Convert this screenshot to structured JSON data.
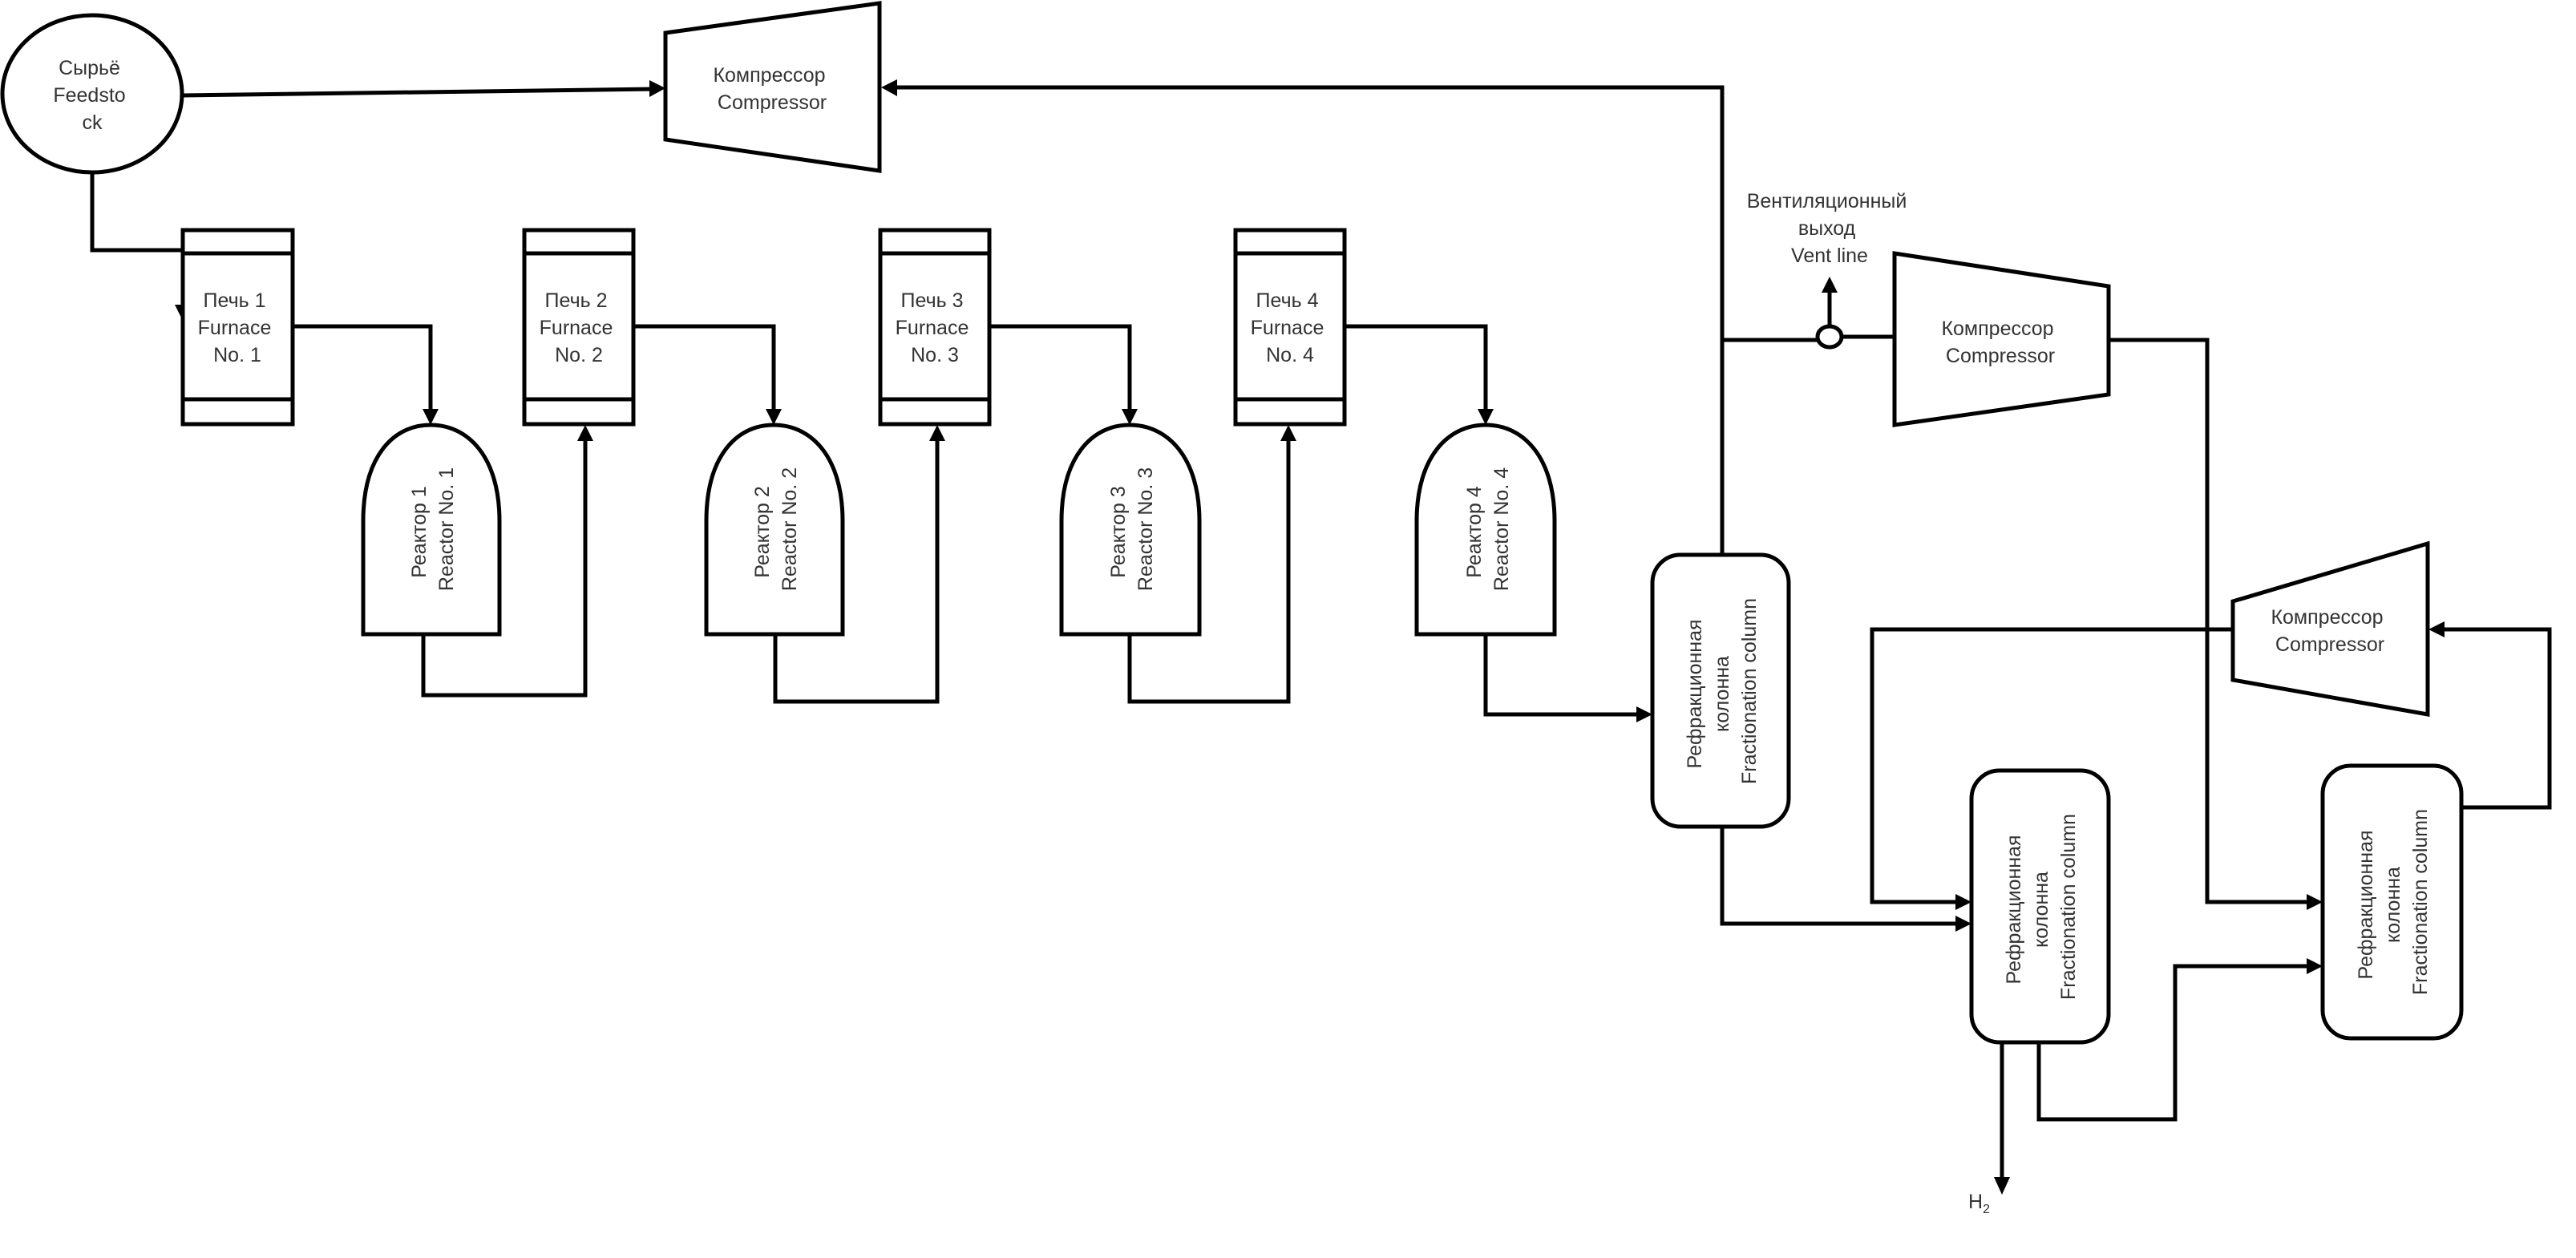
{
  "diagram": {
    "feedstock": {
      "lines": [
        "Сырьё",
        "Feedsto",
        "ck"
      ]
    },
    "compressors": [
      {
        "id": "main",
        "lines": [
          "Компрессор",
          "Compressor"
        ]
      },
      {
        "id": "vent",
        "lines": [
          "Компрессор",
          "Compressor"
        ]
      },
      {
        "id": "recycle",
        "lines": [
          "Компрессор",
          "Compressor"
        ]
      }
    ],
    "furnaces": [
      {
        "lines": [
          "Печь 1",
          "Furnace",
          "No. 1"
        ]
      },
      {
        "lines": [
          "Печь 2",
          "Furnace",
          "No. 2"
        ]
      },
      {
        "lines": [
          "Печь 3",
          "Furnace",
          "No. 3"
        ]
      },
      {
        "lines": [
          "Печь 4",
          "Furnace",
          "No. 4"
        ]
      }
    ],
    "reactors": [
      {
        "lines": [
          "Реактор 1",
          "Reactor No. 1"
        ]
      },
      {
        "lines": [
          "Реактор 2",
          "Reactor No. 2"
        ]
      },
      {
        "lines": [
          "Реактор 3",
          "Reactor No. 3"
        ]
      },
      {
        "lines": [
          "Реактор 4",
          "Reactor No. 4"
        ]
      }
    ],
    "fractionation_columns": [
      {
        "lines": [
          "Рефракционная",
          "колонна",
          "Fractionation column"
        ]
      },
      {
        "lines": [
          "Рефракционная",
          "колонна",
          "Fractionation column"
        ]
      },
      {
        "lines": [
          "Рефракционная",
          "колонна",
          "Fractionation column"
        ]
      }
    ],
    "vent_line": {
      "lines": [
        "Вентиляционный",
        "выход",
        "Vent line"
      ]
    },
    "hydrogen_output": {
      "symbol": "H",
      "subscript": "2"
    }
  }
}
